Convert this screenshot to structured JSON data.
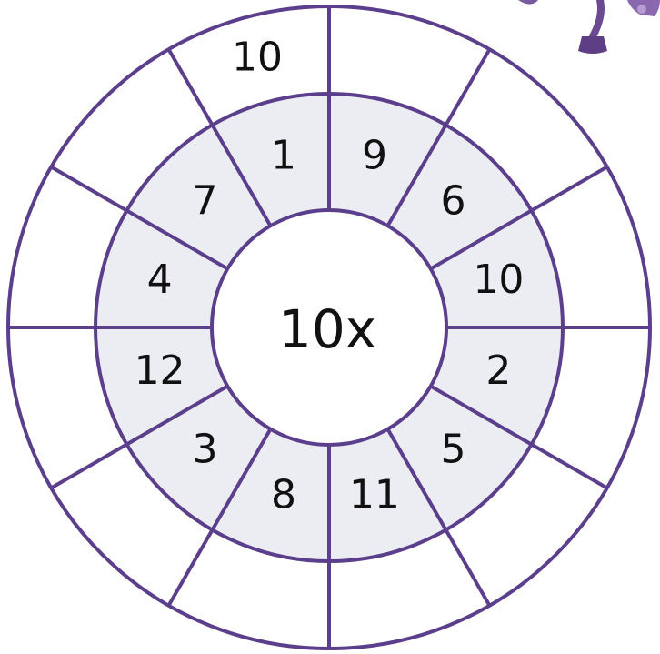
{
  "wheel": {
    "center_label": "10x",
    "inner_numbers": [
      "9",
      "6",
      "10",
      "2",
      "5",
      "11",
      "8",
      "3",
      "12",
      "4",
      "7",
      "1"
    ],
    "outer_answers": [
      "",
      "",
      "",
      "",
      "",
      "",
      "",
      "",
      "",
      "",
      "",
      "10"
    ]
  },
  "colors": {
    "line": "#5b3f8c",
    "inner_ring_fill": "#ececf3",
    "text": "#111111"
  },
  "decoration": {
    "corner_character_icon": "purple-cartoon-character-feet"
  }
}
